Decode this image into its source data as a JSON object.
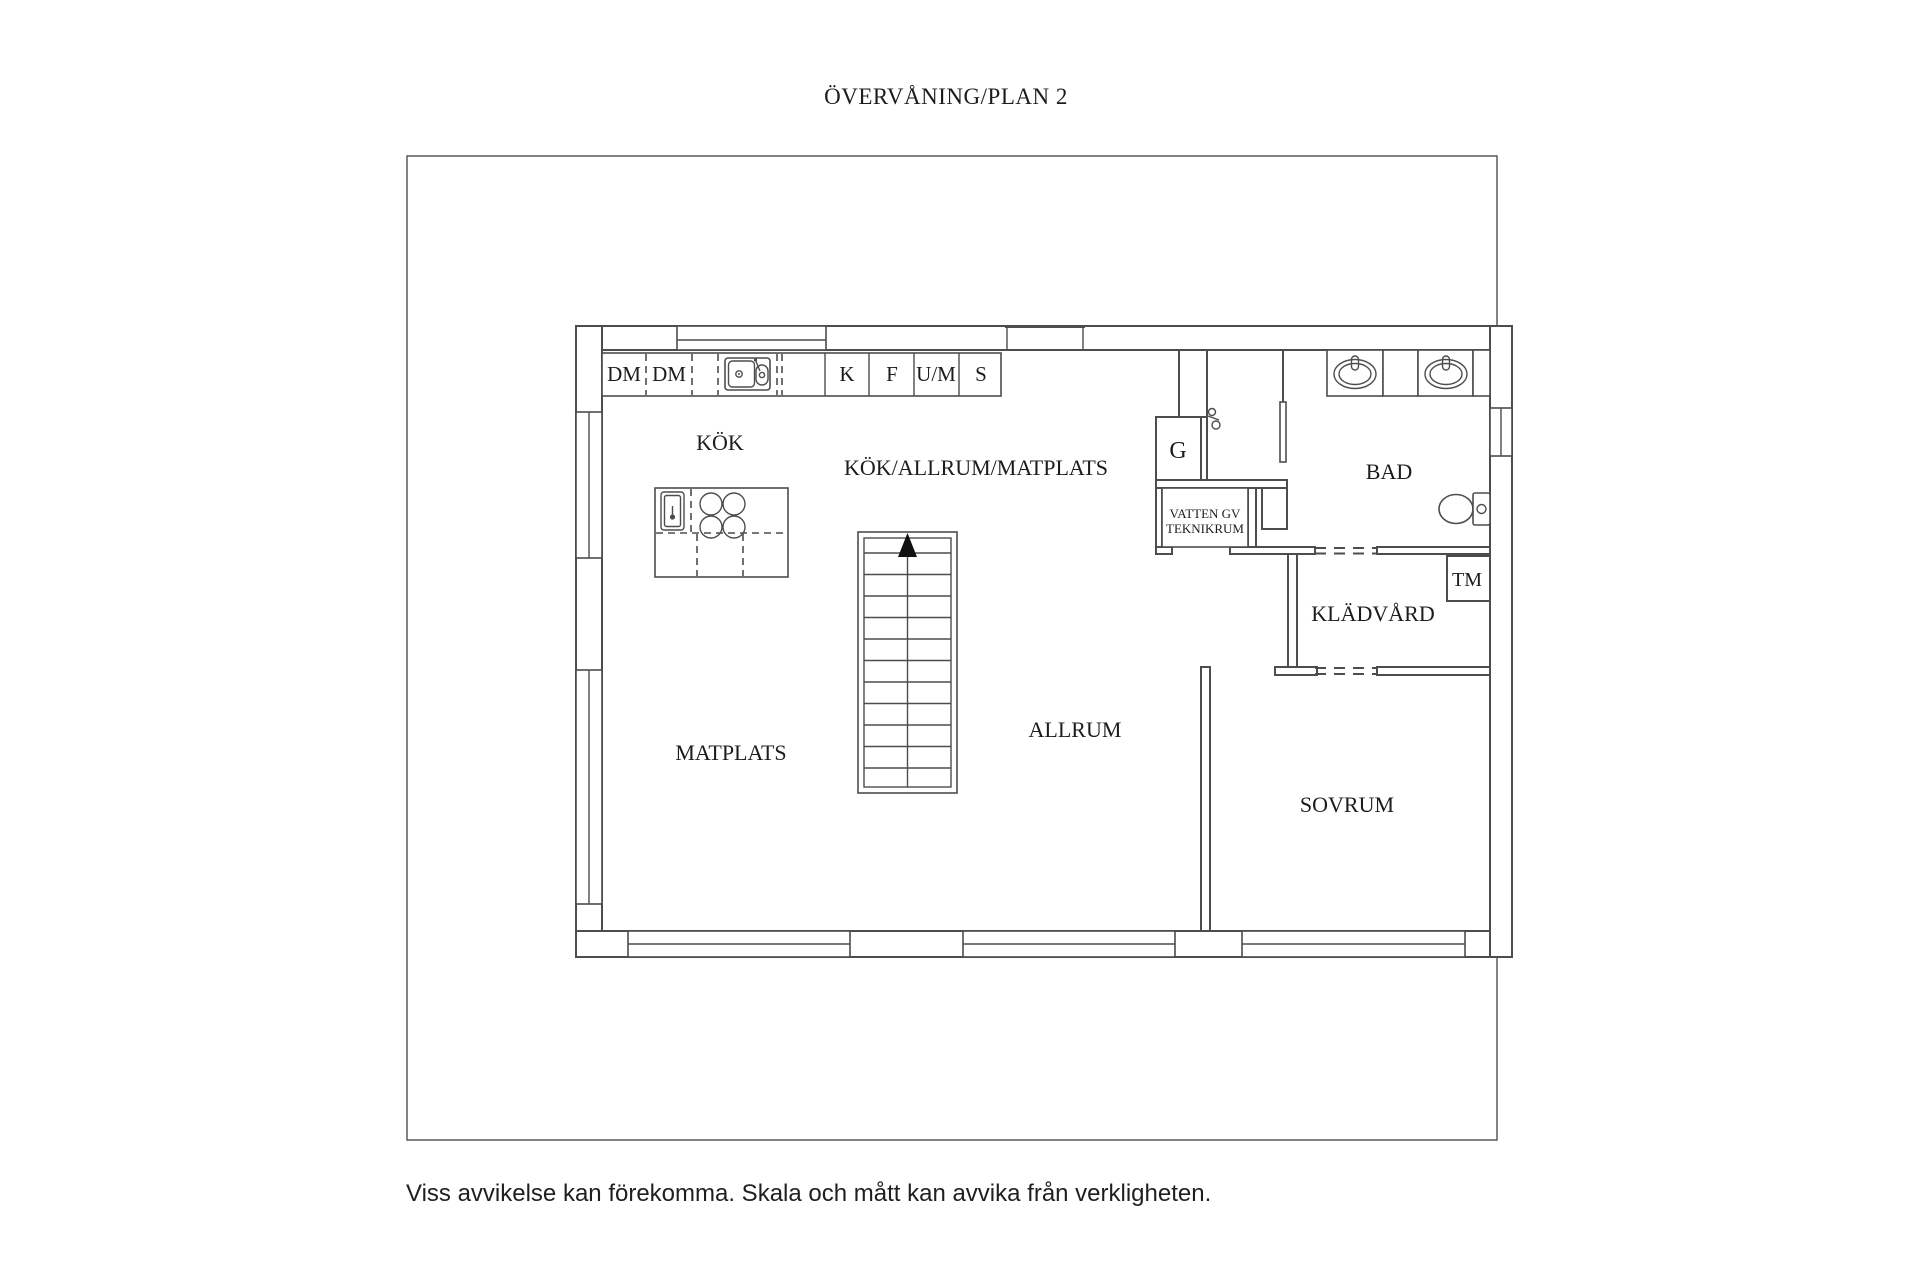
{
  "title": "ÖVERVÅNING/PLAN 2",
  "disclaimer": "Viss avvikelse kan förekomma. Skala och mått kan avvika från verkligheten.",
  "colors": {
    "line": "#4d4d4d",
    "text": "#1c1c1c",
    "background": "#ffffff"
  },
  "rooms": {
    "kok": "KÖK",
    "kok_allrum_matplats": "KÖK/ALLRUM/MATPLATS",
    "matplats": "MATPLATS",
    "allrum": "ALLRUM",
    "bad": "BAD",
    "kladvard": "KLÄDVÅRD",
    "sovrum": "SOVRUM",
    "teknik_line1": "VATTEN GV",
    "teknik_line2": "TEKNIKRUM"
  },
  "fixtures": {
    "dm1": "DM",
    "dm2": "DM",
    "k": "K",
    "f": "F",
    "um": "U/M",
    "s": "S",
    "g": "G",
    "tm": "TM"
  }
}
